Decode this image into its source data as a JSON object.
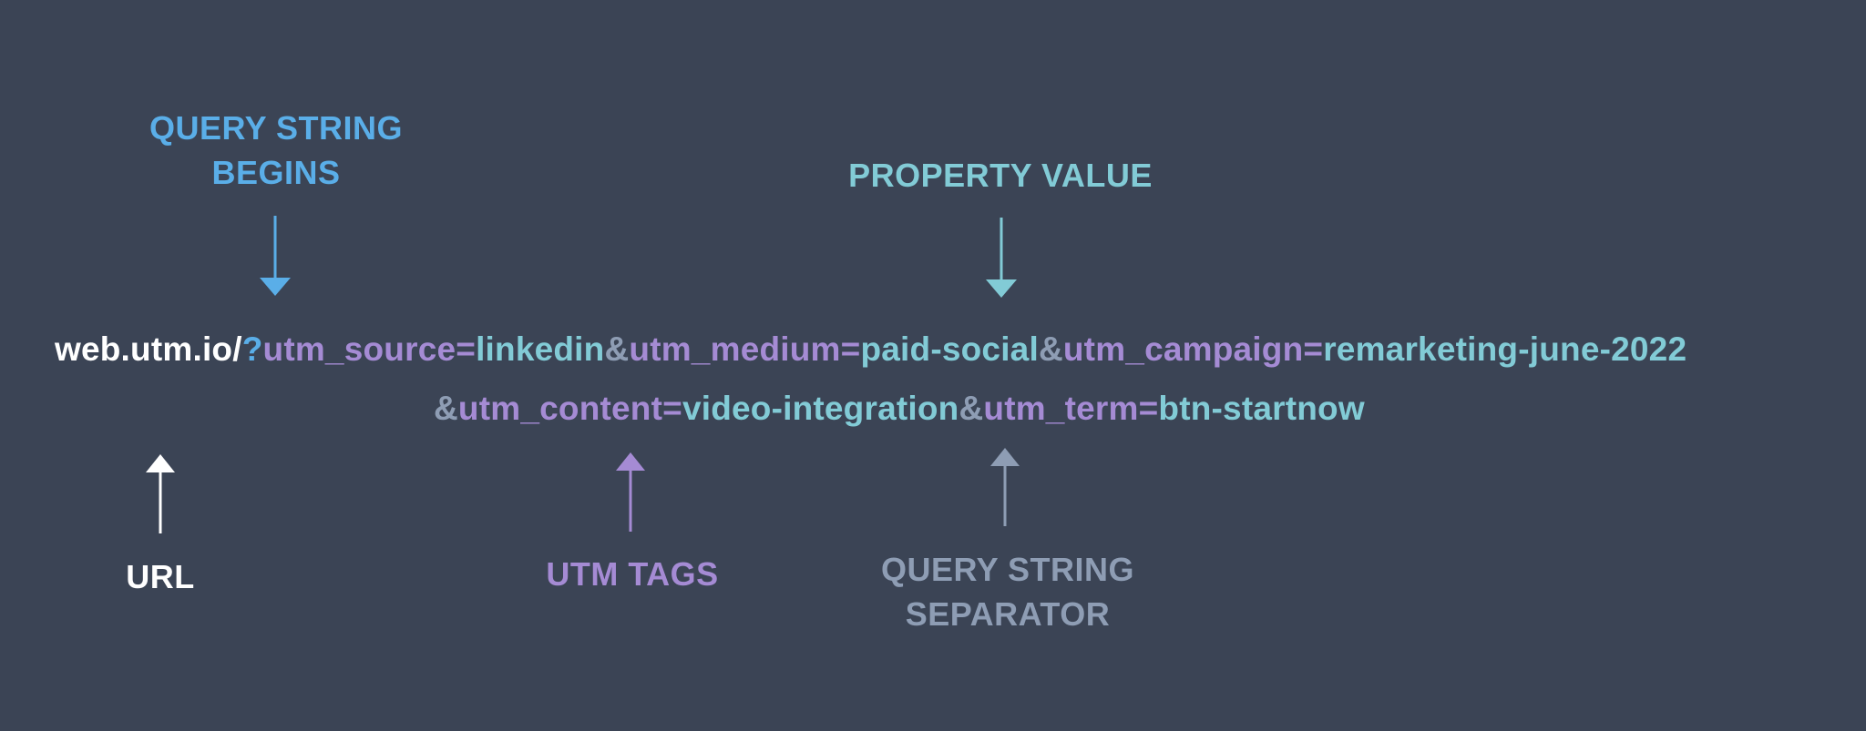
{
  "colors": {
    "background": "#3b4455",
    "url": "#ffffff",
    "query_begins": "#5aaee8",
    "utm_tags": "#a58bd4",
    "property_value": "#82cbd6",
    "separator": "#8e9db4"
  },
  "labels": {
    "query_string_begins": [
      "QUERY STRING",
      "BEGINS"
    ],
    "property_value": "PROPERTY VALUE",
    "url": "URL",
    "utm_tags": "UTM TAGS",
    "query_string_separator": [
      "QUERY STRING",
      "SEPARATOR"
    ]
  },
  "url": {
    "base": "web.utm.io/",
    "question_mark": "?",
    "params": [
      {
        "sep": "",
        "tag": "utm_source=",
        "value": "linkedin"
      },
      {
        "sep": "&",
        "tag": "utm_medium=",
        "value": "paid-social"
      },
      {
        "sep": "&",
        "tag": "utm_campaign=",
        "value": "remarketing-june-2022"
      },
      {
        "sep": "&",
        "tag": "utm_content=",
        "value": "video-integration"
      },
      {
        "sep": "&",
        "tag": "utm_term=",
        "value": "btn-startnow"
      }
    ]
  }
}
